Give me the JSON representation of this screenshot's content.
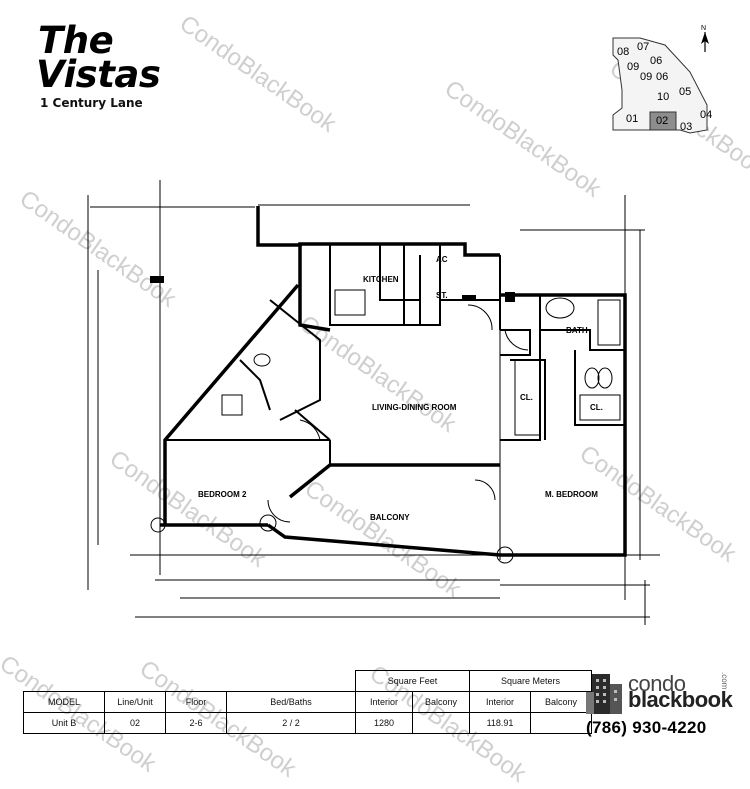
{
  "header": {
    "title_line1": "The",
    "title_line2": "Vistas",
    "address": "1 Century Lane"
  },
  "watermark": "CondoBlackBook",
  "site_map": {
    "north": "N",
    "units": [
      "01",
      "02",
      "03",
      "04",
      "05",
      "06",
      "07",
      "08",
      "09",
      "10"
    ],
    "highlighted_unit": "02"
  },
  "floor_plan": {
    "rooms": {
      "kitchen": "KITCHEN",
      "ac": "AC",
      "storage": "ST.",
      "bath": "BATH",
      "living_dining": "LIVING-DINING ROOM",
      "closet_1": "CL.",
      "closet_2": "CL.",
      "bedroom_2": "BEDROOM 2",
      "master_bedroom": "M. BEDROOM",
      "balcony": "BALCONY"
    }
  },
  "unit_table": {
    "group_headers": {
      "square_feet": "Square Feet",
      "square_meters": "Square Meters"
    },
    "columns": [
      "MODEL",
      "Line/Unit",
      "Floor",
      "Bed/Baths",
      "Interior",
      "Balcony",
      "Interior",
      "Balcony"
    ],
    "row": [
      "Unit B",
      "02",
      "2-6",
      "2 / 2",
      "1280",
      "",
      "118.91",
      ""
    ]
  },
  "logo": {
    "word1": "condo",
    "word2": "blackbook",
    "suffix": ".com",
    "phone": "(786) 930-4220"
  }
}
